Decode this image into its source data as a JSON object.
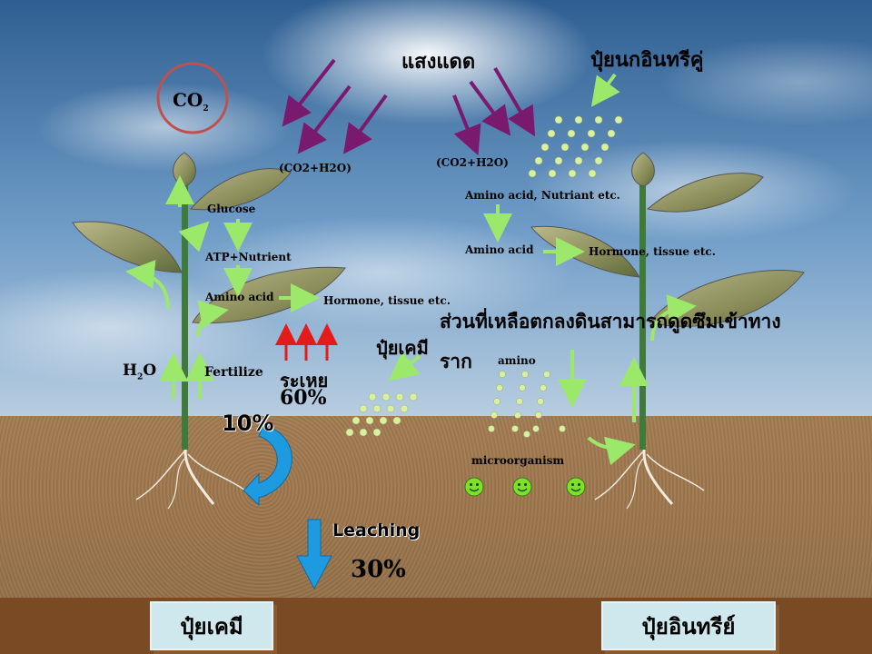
{
  "sunlight_label": "แสงแดด",
  "co2_label": "CO2",
  "left_plant": {
    "photosynthesis_input": "(CO2+H2O)",
    "glucose": "Glucose",
    "atp_nutrient": "ATP+Nutrient",
    "amino_acid": "Amino acid",
    "hormone_tissue": "Hormone, tissue etc.",
    "h2o": "H2O",
    "fertilize": "Fertilize",
    "evaporation_label": "ระเหย",
    "evaporation_percent": "60%",
    "soil_percent": "10%",
    "chemical_fertilizer_label": "ปุ๋ยเคมี",
    "leaching_label": "Leaching",
    "leaching_percent": "30%"
  },
  "right_plant": {
    "organic_fertilizer_top_label": "ปุ๋ยนกอินทรีคู่",
    "photosynthesis_input": "(CO2+H2O)",
    "amino_nutrient": "Amino acid, Nutriant etc.",
    "amino_acid": "Amino acid",
    "hormone_tissue": "Hormone, tissue etc.",
    "remaining_soil_text_1": "ส่วนที่เหลือตกลงดินสามารถดูดซึมเข้าทาง",
    "remaining_soil_text_2": "ราก",
    "amino_label": "amino",
    "microorganism_label": "microorganism"
  },
  "bottom_labels": {
    "chemical": "ปุ๋ยเคมี",
    "organic": "ปุ๋ยอินทรีย์"
  },
  "colors": {
    "sun_arrow": "#7a1a6e",
    "green_arrow": "#9be86a",
    "red_arrow": "#e31b1b",
    "blue_arrow": "#1e9be0",
    "dot": "#d8f0a0",
    "smiley": "#7de02a"
  }
}
